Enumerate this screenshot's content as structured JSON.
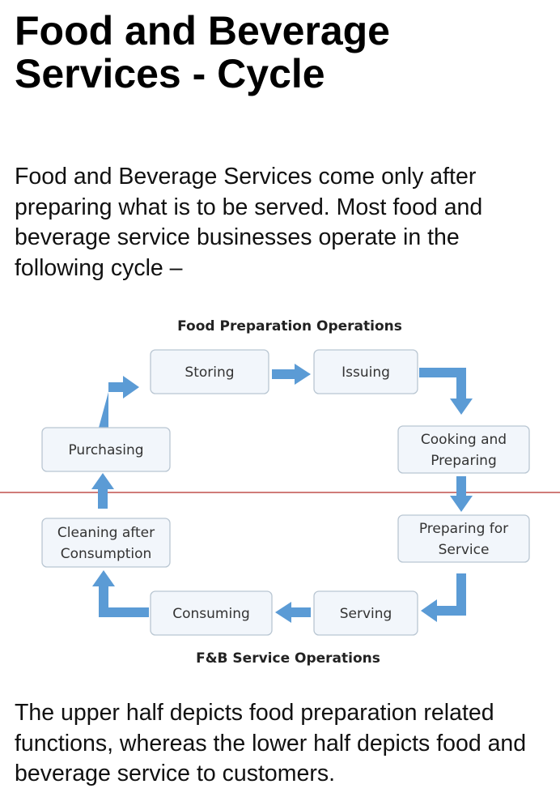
{
  "title": {
    "line1": "Food and Beverage",
    "line2": "Services - Cycle"
  },
  "intro_text": "Food and Beverage Services come only after preparing what is to be served. Most food and beverage service businesses operate in the following cycle –",
  "diagram": {
    "top_label": "Food Preparation Operations",
    "bottom_label": "F&B Service Operations",
    "nodes": {
      "storing": [
        "Storing"
      ],
      "issuing": [
        "Issuing"
      ],
      "cooking": [
        "Cooking and",
        "Preparing"
      ],
      "preparing_service": [
        "Preparing for",
        "Service"
      ],
      "serving": [
        "Serving"
      ],
      "consuming": [
        "Consuming"
      ],
      "cleaning": [
        "Cleaning after",
        "Consumption"
      ],
      "purchasing": [
        "Purchasing"
      ]
    },
    "colors": {
      "arrow": "#5b9bd5",
      "box_fill": "#f2f6fb",
      "box_stroke": "#b9c6d2",
      "divider": "#c0504d"
    }
  },
  "outro_text": "The upper half depicts food preparation related functions, whereas the lower half depicts food and beverage service to customers."
}
